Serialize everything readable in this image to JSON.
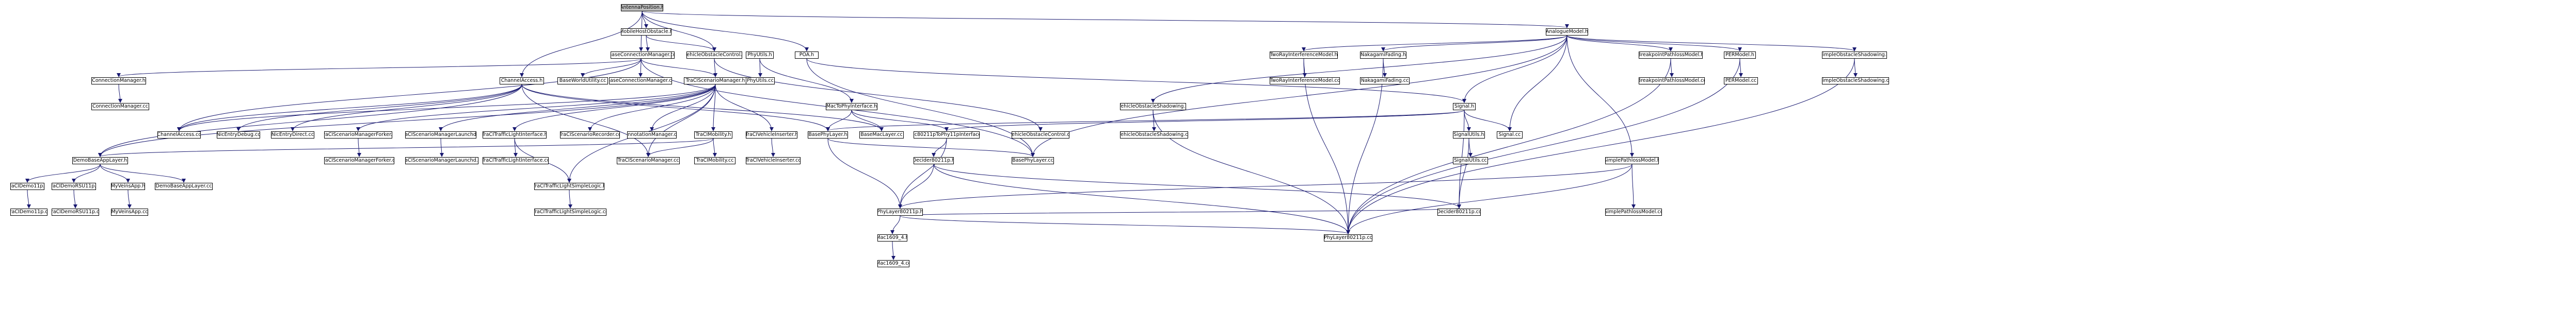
{
  "colors": {
    "background": "#ffffff",
    "root_fill": "#bfbfbf",
    "node_border": "#000000",
    "edge": "#191970"
  },
  "nodes": {
    "antenna_position_h": "AntennaPosition.h",
    "mobile_host_obstacle_h": "MobileHostObstacle.h",
    "mobile_host_obstacle_cc": "MobileHostObstacle.cc",
    "base_connection_manager_h": "BaseConnectionManager.h",
    "vehicle_obstacle_control_h": "VehicleObstacleControl.h",
    "phy_utils_h": "PhyUtils.h",
    "poa_h": "POA.h",
    "analogue_model_h": "AnalogueModel.h",
    "connection_manager_h": "ConnectionManager.h",
    "connection_manager_cc": "ConnectionManager.cc",
    "channel_access_h": "ChannelAccess.h",
    "base_world_utility_cc": "BaseWorldUtility.cc",
    "base_connection_manager_cc": "BaseConnectionManager.cc",
    "traci_scenario_manager_h": "TraCIScenarioManager.h",
    "phy_utils_cc": "PhyUtils.cc",
    "mac_to_phy_interface_h": "MacToPhyInterface.h",
    "vehicle_obstacle_shadowing_h": "VehicleObstacleShadowing.h",
    "two_ray_interference_model_h": "TwoRayInterferenceModel.h",
    "nakagami_fading_h": "NakagamiFading.h",
    "signal_h": "Signal.h",
    "breakpoint_pathloss_model_h": "BreakpointPathlossModel.h",
    "per_model_h": "PERModel.h",
    "simple_obstacle_shadowing_h": "SimpleObstacleShadowing.h",
    "two_ray_interference_model_cc": "TwoRayInterferenceModel.cc",
    "nakagami_fading_cc": "NakagamiFading.cc",
    "breakpoint_pathloss_model_cc": "BreakpointPathlossModel.cc",
    "per_model_cc": "PERModel.cc",
    "simple_obstacle_shadowing_cc": "SimpleObstacleShadowing.cc",
    "channel_access_cc": "ChannelAccess.cc",
    "nic_entry_debug_cc": "NicEntryDebug.cc",
    "nic_entry_direct_cc": "NicEntryDirect.cc",
    "traci_scenario_manager_forker_h": "TraCIScenarioManagerForker.h",
    "traci_scenario_manager_launchd_h": "TraCIScenarioManagerLaunchd.h",
    "traci_traffic_light_interface_h": "TraCITrafficLightInterface.h",
    "traci_scenario_recorder_cc": "TraCIScenarioRecorder.cc",
    "annotation_manager_cc": "AnnotationManager.cc",
    "traci_mobility_h": "TraCIMobility.h",
    "traci_vehicle_inserter_h": "TraCIVehicleInserter.h",
    "base_phy_layer_h": "BasePhyLayer.h",
    "base_mac_layer_cc": "BaseMacLayer.cc",
    "mac80211p_to_phy11p_interface_h": "Mac80211pToPhy11pInterface.h",
    "vehicle_obstacle_control_cc": "VehicleObstacleControl.cc",
    "vehicle_obstacle_shadowing_cc": "VehicleObstacleShadowing.cc",
    "signal_utils_h": "SignalUtils.h",
    "signal_cc": "Signal.cc",
    "demo_base_app_layer_h": "DemoBaseAppLayer.h",
    "traci_scenario_manager_forker_cc": "TraCIScenarioManagerForker.cc",
    "traci_scenario_manager_launchd_cc": "TraCIScenarioManagerLaunchd.cc",
    "traci_traffic_light_interface_cc": "TraCITrafficLightInterface.cc",
    "traci_traffic_light_simple_logic_h": "TraCITrafficLightSimpleLogic.h",
    "traci_scenario_manager_cc": "TraCIScenarioManager.cc",
    "traci_mobility_cc": "TraCIMobility.cc",
    "traci_vehicle_inserter_cc": "TraCIVehicleInserter.cc",
    "decider80211p_h": "Decider80211p.h",
    "base_phy_layer_cc": "BasePhyLayer.cc",
    "signal_utils_cc": "SignalUtils.cc",
    "traci_demo11p_h": "TraCIDemo11p.h",
    "traci_demo_rsu11p_h": "TraCIDemoRSU11p.h",
    "my_veins_app_h": "MyVeinsApp.h",
    "demo_base_app_layer_cc": "DemoBaseAppLayer.cc",
    "traci_traffic_light_simple_logic_cc": "TraCITrafficLightSimpleLogic.cc",
    "simple_pathloss_model_h": "SimplePathlossModel.h",
    "phy_layer80211p_h": "PhyLayer80211p.h",
    "decider80211p_cc": "Decider80211p.cc",
    "simple_pathloss_model_cc": "SimplePathlossModel.cc",
    "traci_demo11p_cc": "TraCIDemo11p.cc",
    "traci_demo_rsu11p_cc": "TraCIDemoRSU11p.cc",
    "my_veins_app_cc": "MyVeinsApp.cc",
    "mac1609_4_h": "Mac1609_4.h",
    "phy_layer80211p_cc": "PhyLayer80211p.cc",
    "mac1609_4_cc": "Mac1609_4.cc"
  },
  "edges": [
    [
      "antenna_position_h",
      "mobile_host_obstacle_h"
    ],
    [
      "antenna_position_h",
      "base_connection_manager_h"
    ],
    [
      "antenna_position_h",
      "vehicle_obstacle_control_h"
    ],
    [
      "antenna_position_h",
      "poa_h"
    ],
    [
      "antenna_position_h",
      "analogue_model_h"
    ],
    [
      "antenna_position_h",
      "channel_access_h"
    ],
    [
      "mobile_host_obstacle_h",
      "mobile_host_obstacle_cc"
    ],
    [
      "mobile_host_obstacle_h",
      "vehicle_obstacle_control_h"
    ],
    [
      "base_connection_manager_h",
      "connection_manager_h"
    ],
    [
      "base_connection_manager_h",
      "base_world_utility_cc"
    ],
    [
      "base_connection_manager_h",
      "base_connection_manager_cc"
    ],
    [
      "base_connection_manager_h",
      "traci_scenario_manager_h"
    ],
    [
      "base_connection_manager_h",
      "channel_access_cc"
    ],
    [
      "base_connection_manager_h",
      "base_phy_layer_cc"
    ],
    [
      "connection_manager_h",
      "connection_manager_cc"
    ],
    [
      "vehicle_obstacle_control_h",
      "vehicle_obstacle_control_cc"
    ],
    [
      "vehicle_obstacle_control_h",
      "traci_scenario_manager_h"
    ],
    [
      "phy_utils_h",
      "phy_utils_cc"
    ],
    [
      "phy_utils_h",
      "mac_to_phy_interface_h"
    ],
    [
      "poa_h",
      "signal_h"
    ],
    [
      "poa_h",
      "base_phy_layer_cc"
    ],
    [
      "analogue_model_h",
      "two_ray_interference_model_h"
    ],
    [
      "analogue_model_h",
      "nakagami_fading_h"
    ],
    [
      "analogue_model_h",
      "signal_h"
    ],
    [
      "analogue_model_h",
      "breakpoint_pathloss_model_h"
    ],
    [
      "analogue_model_h",
      "per_model_h"
    ],
    [
      "analogue_model_h",
      "simple_obstacle_shadowing_h"
    ],
    [
      "analogue_model_h",
      "vehicle_obstacle_shadowing_h"
    ],
    [
      "analogue_model_h",
      "simple_pathloss_model_h"
    ],
    [
      "analogue_model_h",
      "base_phy_layer_cc"
    ],
    [
      "analogue_model_h",
      "signal_cc"
    ],
    [
      "two_ray_interference_model_h",
      "two_ray_interference_model_cc"
    ],
    [
      "two_ray_interference_model_h",
      "phy_layer80211p_cc"
    ],
    [
      "nakagami_fading_h",
      "nakagami_fading_cc"
    ],
    [
      "nakagami_fading_h",
      "phy_layer80211p_cc"
    ],
    [
      "breakpoint_pathloss_model_h",
      "breakpoint_pathloss_model_cc"
    ],
    [
      "breakpoint_pathloss_model_h",
      "phy_layer80211p_cc"
    ],
    [
      "per_model_h",
      "per_model_cc"
    ],
    [
      "per_model_h",
      "phy_layer80211p_cc"
    ],
    [
      "simple_obstacle_shadowing_h",
      "simple_obstacle_shadowing_cc"
    ],
    [
      "simple_obstacle_shadowing_h",
      "phy_layer80211p_cc"
    ],
    [
      "vehicle_obstacle_shadowing_h",
      "vehicle_obstacle_shadowing_cc"
    ],
    [
      "vehicle_obstacle_shadowing_h",
      "phy_layer80211p_cc"
    ],
    [
      "signal_h",
      "signal_utils_h"
    ],
    [
      "signal_h",
      "signal_cc"
    ],
    [
      "signal_h",
      "decider80211p_cc"
    ],
    [
      "signal_h",
      "mac80211p_to_phy11p_interface_h"
    ],
    [
      "signal_h",
      "base_phy_layer_h"
    ],
    [
      "signal_utils_h",
      "signal_utils_cc"
    ],
    [
      "signal_utils_h",
      "decider80211p_cc"
    ],
    [
      "channel_access_h",
      "channel_access_cc"
    ],
    [
      "channel_access_h",
      "nic_entry_debug_cc"
    ],
    [
      "channel_access_h",
      "nic_entry_direct_cc"
    ],
    [
      "channel_access_h",
      "base_mac_layer_cc"
    ],
    [
      "channel_access_h",
      "base_phy_layer_h"
    ],
    [
      "channel_access_h",
      "demo_base_app_layer_h"
    ],
    [
      "channel_access_h",
      "traci_scenario_manager_cc"
    ],
    [
      "traci_scenario_manager_h",
      "traci_scenario_manager_forker_h"
    ],
    [
      "traci_scenario_manager_h",
      "traci_scenario_manager_launchd_h"
    ],
    [
      "traci_scenario_manager_h",
      "traci_traffic_light_interface_h"
    ],
    [
      "traci_scenario_manager_h",
      "traci_scenario_recorder_cc"
    ],
    [
      "traci_scenario_manager_h",
      "annotation_manager_cc"
    ],
    [
      "traci_scenario_manager_h",
      "traci_mobility_h"
    ],
    [
      "traci_scenario_manager_h",
      "traci_vehicle_inserter_h"
    ],
    [
      "traci_scenario_manager_h",
      "traci_scenario_manager_cc"
    ],
    [
      "traci_scenario_manager_h",
      "traci_traffic_light_simple_logic_h"
    ],
    [
      "traci_scenario_manager_h",
      "channel_access_cc"
    ],
    [
      "traci_scenario_manager_h",
      "demo_base_app_layer_h"
    ],
    [
      "traci_scenario_manager_forker_h",
      "traci_scenario_manager_forker_cc"
    ],
    [
      "traci_scenario_manager_launchd_h",
      "traci_scenario_manager_launchd_cc"
    ],
    [
      "traci_traffic_light_interface_h",
      "traci_traffic_light_interface_cc"
    ],
    [
      "traci_traffic_light_interface_h",
      "traci_traffic_light_simple_logic_h"
    ],
    [
      "traci_traffic_light_simple_logic_h",
      "traci_traffic_light_simple_logic_cc"
    ],
    [
      "traci_mobility_h",
      "traci_mobility_cc"
    ],
    [
      "traci_mobility_h",
      "traci_scenario_manager_cc"
    ],
    [
      "traci_mobility_h",
      "demo_base_app_layer_h"
    ],
    [
      "traci_vehicle_inserter_h",
      "traci_vehicle_inserter_cc"
    ],
    [
      "mac_to_phy_interface_h",
      "base_phy_layer_h"
    ],
    [
      "mac_to_phy_interface_h",
      "mac80211p_to_phy11p_interface_h"
    ],
    [
      "mac_to_phy_interface_h",
      "base_mac_layer_cc"
    ],
    [
      "base_phy_layer_h",
      "base_phy_layer_cc"
    ],
    [
      "base_phy_layer_h",
      "phy_layer80211p_h"
    ],
    [
      "mac80211p_to_phy11p_interface_h",
      "decider80211p_h"
    ],
    [
      "mac80211p_to_phy11p_interface_h",
      "phy_layer80211p_h"
    ],
    [
      "decider80211p_h",
      "decider80211p_cc"
    ],
    [
      "decider80211p_h",
      "phy_layer80211p_h"
    ],
    [
      "decider80211p_h",
      "phy_layer80211p_cc"
    ],
    [
      "demo_base_app_layer_h",
      "traci_demo11p_h"
    ],
    [
      "demo_base_app_layer_h",
      "traci_demo_rsu11p_h"
    ],
    [
      "demo_base_app_layer_h",
      "my_veins_app_h"
    ],
    [
      "demo_base_app_layer_h",
      "demo_base_app_layer_cc"
    ],
    [
      "traci_demo11p_h",
      "traci_demo11p_cc"
    ],
    [
      "traci_demo_rsu11p_h",
      "traci_demo_rsu11p_cc"
    ],
    [
      "my_veins_app_h",
      "my_veins_app_cc"
    ],
    [
      "simple_pathloss_model_h",
      "simple_pathloss_model_cc"
    ],
    [
      "simple_pathloss_model_h",
      "phy_layer80211p_h"
    ],
    [
      "simple_pathloss_model_h",
      "phy_layer80211p_cc"
    ],
    [
      "phy_layer80211p_h",
      "mac1609_4_h"
    ],
    [
      "phy_layer80211p_h",
      "phy_layer80211p_cc"
    ],
    [
      "phy_layer80211p_h",
      "decider80211p_cc"
    ],
    [
      "mac1609_4_h",
      "mac1609_4_cc"
    ]
  ]
}
